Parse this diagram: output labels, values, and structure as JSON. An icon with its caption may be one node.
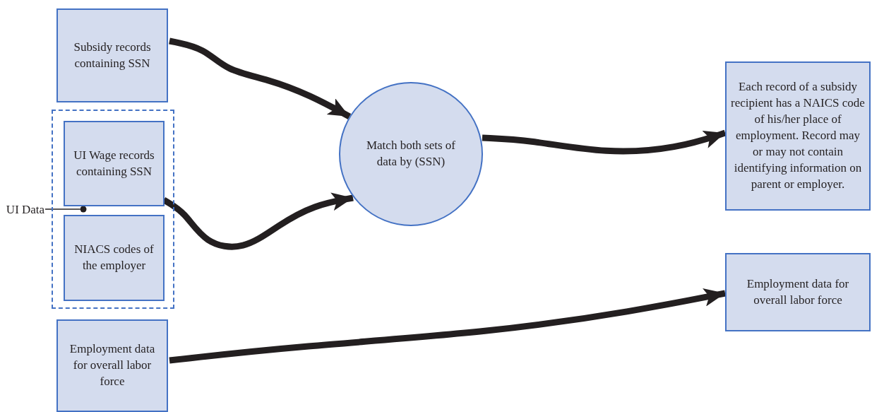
{
  "diagram": {
    "nodes": [
      {
        "text": [
          "Subsidy records containing SSN"
        ]
      },
      {
        "text": [],
        "shape": "box"
      },
      {
        "text": [
          "UI Wage records containing SSN"
        ],
        "in": 1
      },
      {
        "text": [
          "NIACS codes of the employer"
        ],
        "in": 1
      },
      {
        "text": [
          "UI Data"
        ]
      },
      {
        "text": [
          "Employment data for overall labor force"
        ]
      },
      {
        "text": [
          "Match both sets of data by (SSN)"
        ]
      },
      {
        "text": [
          "Each record of a subsidy recipient has a NAICS code of his/her place of employment. Record may or may not contain identifying information on parent or employer."
        ]
      },
      {
        "text": [
          "Employment data for overall labor force"
        ]
      }
    ],
    "edges": [
      {
        "from": 0,
        "to": 6,
        "arrow": "to"
      },
      {
        "from": 2,
        "to": 6,
        "arrow": "to"
      },
      {
        "from": 6,
        "to": 7,
        "arrow": "to"
      },
      {
        "from": 5,
        "to": 8,
        "arrow": "to"
      },
      {
        "from": 4,
        "to": 1,
        "arrow": "other"
      }
    ]
  }
}
